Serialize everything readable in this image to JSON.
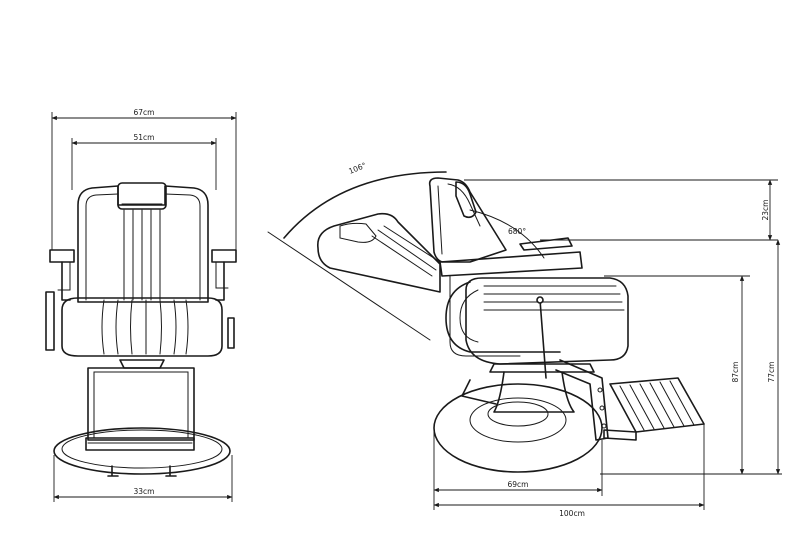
{
  "front_view": {
    "overall_width": "67cm",
    "seat_width": "51cm",
    "base_diameter": "33cm"
  },
  "side_view": {
    "recline_angle": "106°",
    "back_angle": "680°",
    "headrest_height": "23cm",
    "seat_height": "87cm",
    "total_height": "77cm",
    "base_depth": "69cm",
    "total_depth": "100cm"
  }
}
